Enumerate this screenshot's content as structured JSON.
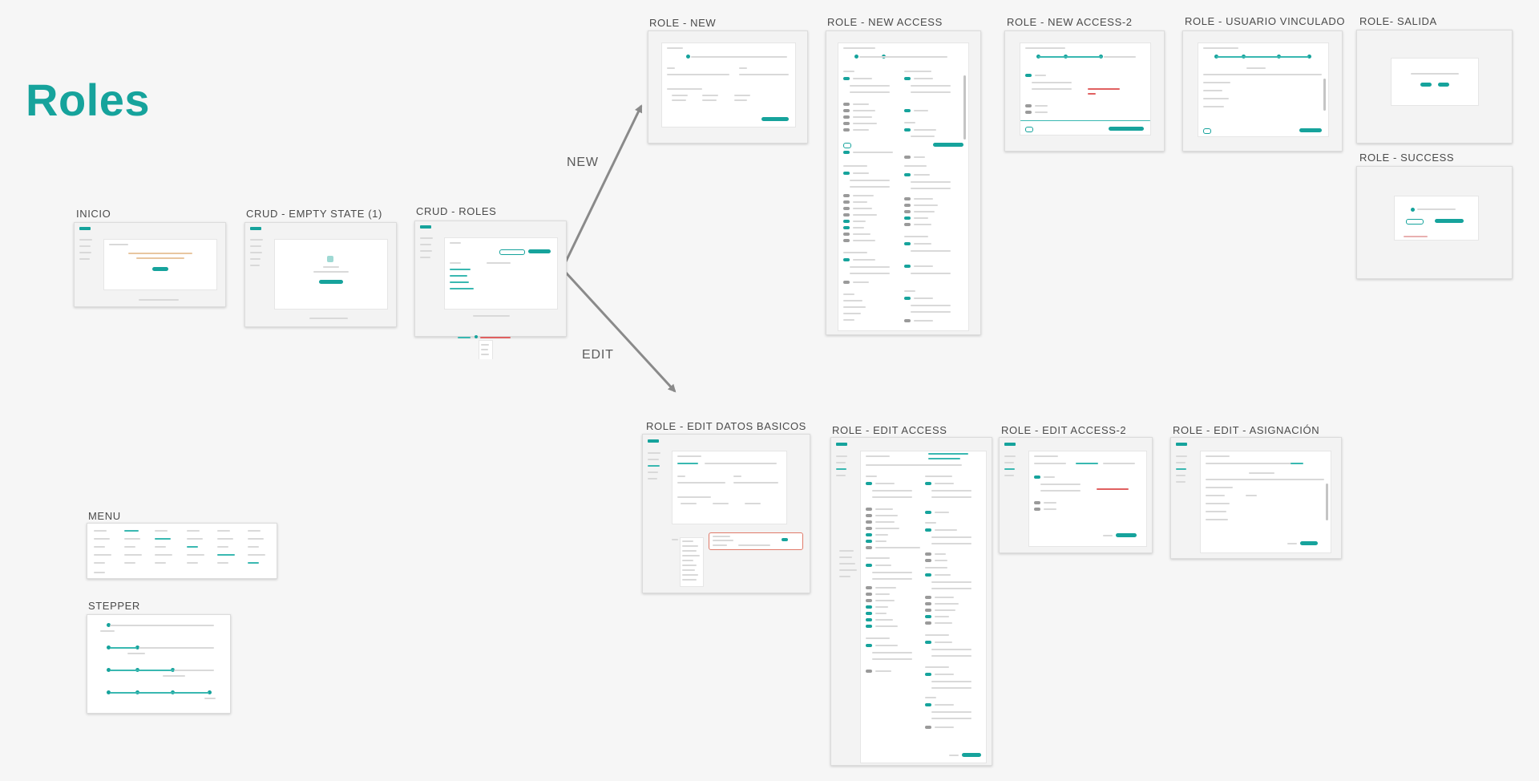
{
  "title": "Roles",
  "colors": {
    "accent": "#16a39c",
    "background": "#f6f6f6",
    "arrow": "#8a8a8a",
    "error": "#e07a6a"
  },
  "arrow_labels": {
    "new": "NEW",
    "edit": "EDIT"
  },
  "frames": [
    {
      "key": "inicio",
      "label": "INICIO"
    },
    {
      "key": "crud_empty",
      "label": "CRUD - EMPTY STATE (1)"
    },
    {
      "key": "crud_roles",
      "label": "CRUD - ROLES"
    },
    {
      "key": "role_new",
      "label": "ROLE - NEW"
    },
    {
      "key": "role_new_access",
      "label": "ROLE - NEW ACCESS"
    },
    {
      "key": "role_new_access_2",
      "label": "ROLE - NEW ACCESS-2"
    },
    {
      "key": "role_usuario_vinculado",
      "label": "ROLE - USUARIO VINCULADO"
    },
    {
      "key": "role_salida",
      "label": "ROLE- SALIDA"
    },
    {
      "key": "role_success",
      "label": "ROLE - SUCCESS"
    },
    {
      "key": "role_edit_datos_basicos",
      "label": "ROLE - EDIT DATOS BASICOS"
    },
    {
      "key": "role_edit_access",
      "label": "ROLE - EDIT ACCESS"
    },
    {
      "key": "role_edit_access_2",
      "label": "ROLE - EDIT ACCESS-2"
    },
    {
      "key": "role_edit_asignacion",
      "label": "ROLE - EDIT - ASIGNACIÓN"
    },
    {
      "key": "menu",
      "label": "MENU"
    },
    {
      "key": "stepper",
      "label": "STEPPER"
    }
  ]
}
